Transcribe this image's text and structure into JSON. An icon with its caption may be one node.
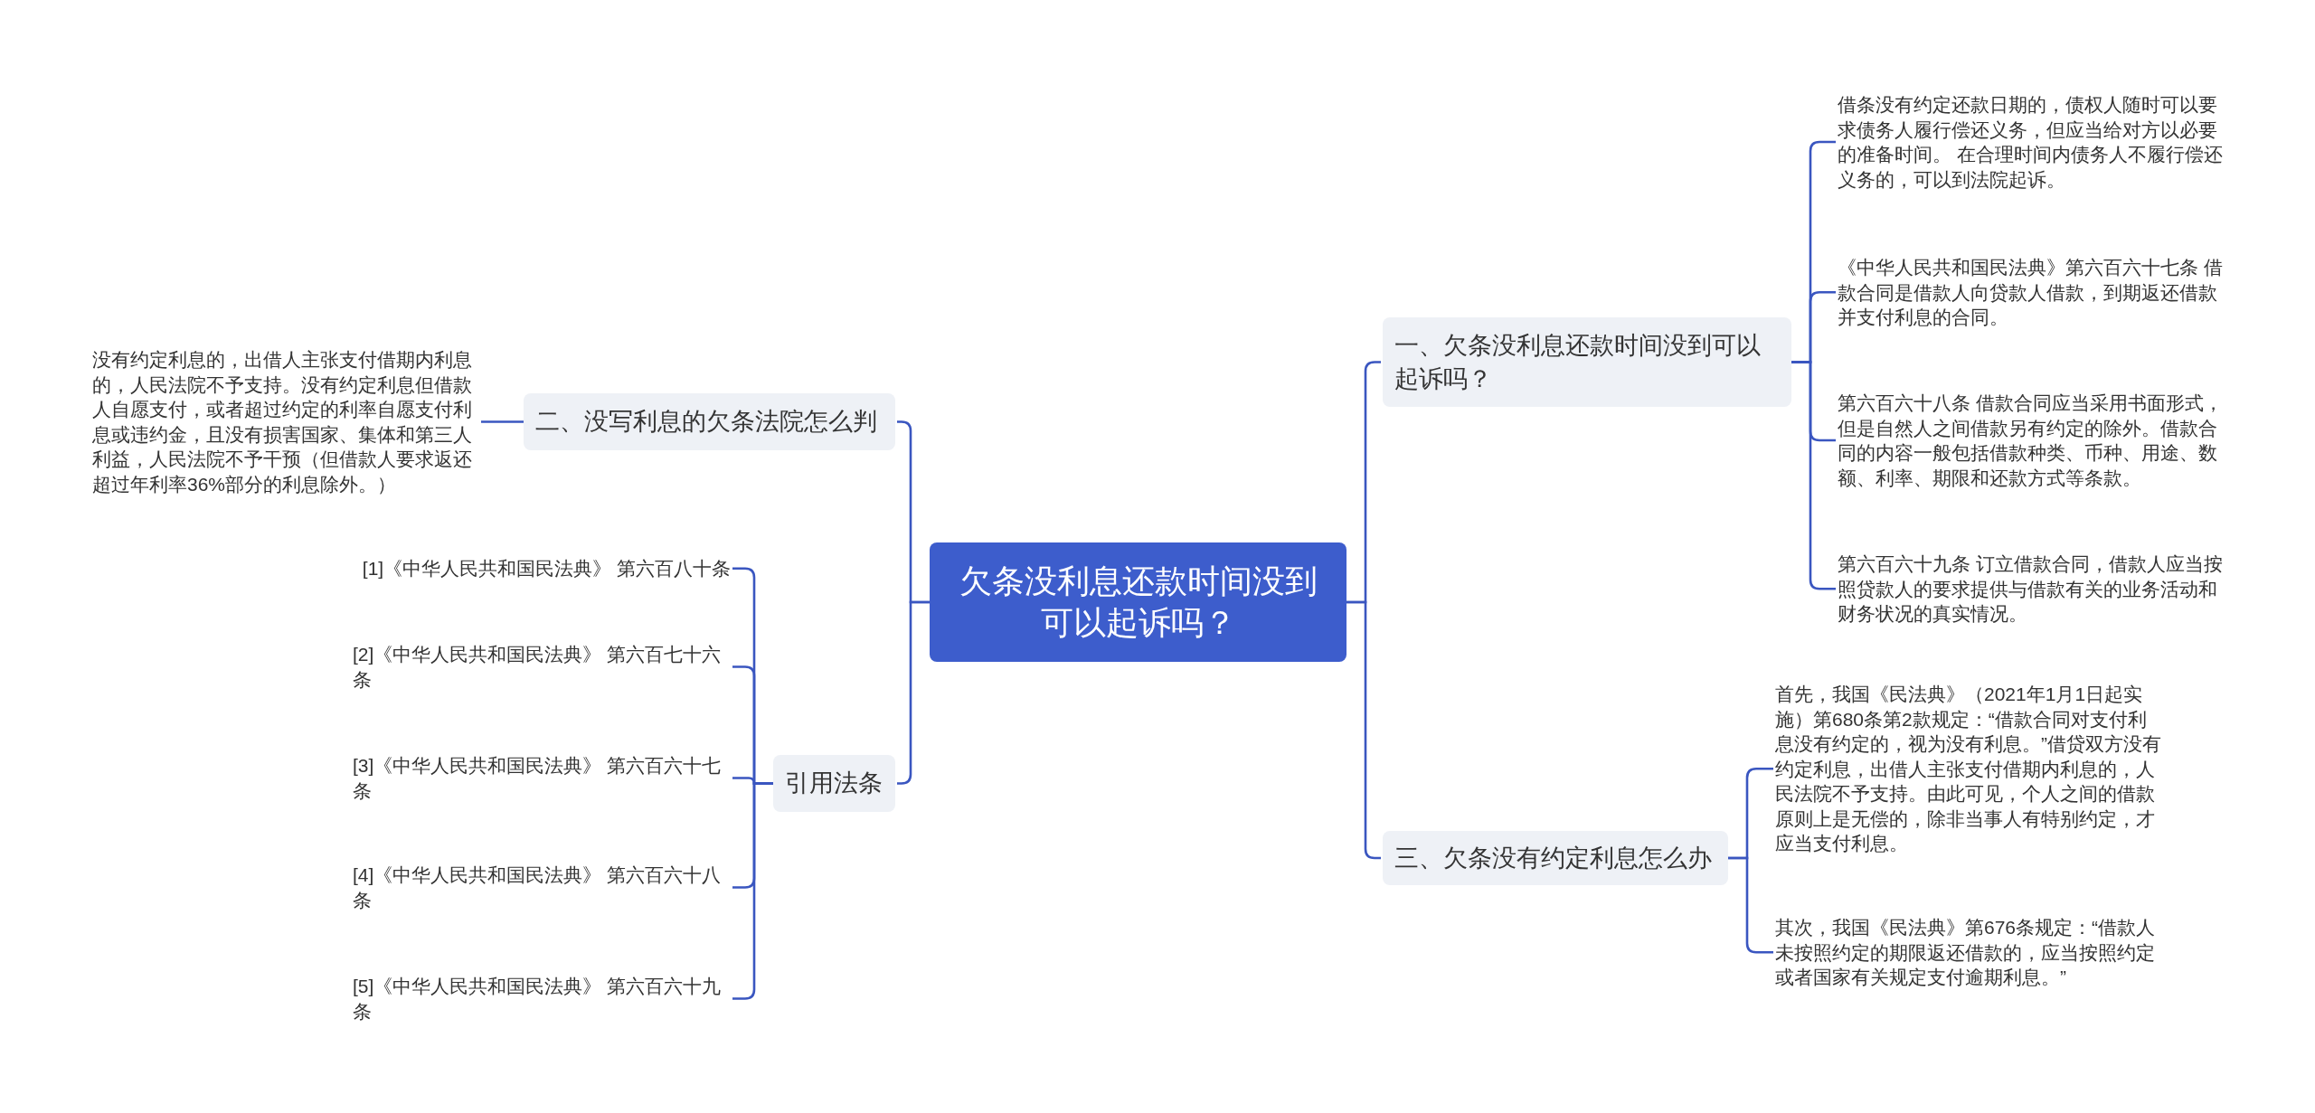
{
  "diagram": {
    "nodes": [
      {
        "text": [
          "欠条没利息还款时间没到可以起诉吗？"
        ]
      },
      {
        "text": [
          "一、欠条没利息还款时间没到可以起诉吗？"
        ]
      },
      {
        "text": [
          "借条没有约定还款日期的，债权人随时可以要求债务人履行偿还义务，但应当给对方以必要的准备时间。 在合理时间内债务人不履行偿还义务的，可以到法院起诉。"
        ]
      },
      {
        "text": [
          "《中华人民共和国民法典》第六百六十七条 借款合同是借款人向贷款人借款，到期返还借款并支付利息的合同。"
        ]
      },
      {
        "text": [
          "第六百六十八条 借款合同应当采用书面形式，但是自然人之间借款另有约定的除外。借款合同的内容一般包括借款种类、币种、用途、数额、利率、期限和还款方式等条款。"
        ]
      },
      {
        "text": [
          "第六百六十九条 订立借款合同，借款人应当按照贷款人的要求提供与借款有关的业务活动和财务状况的真实情况。"
        ]
      },
      {
        "text": [
          "二、没写利息的欠条法院怎么判"
        ]
      },
      {
        "text": [
          "没有约定利息的，出借人主张支付借期内利息的，人民法院不予支持。没有约定利息但借款人自愿支付，或者超过约定的利率自愿支付利息或违约金，且没有损害国家、集体和第三人利益，人民法院不予干预（但借款人要求返还超过年利率36%部分的利息除外。）"
        ]
      },
      {
        "text": [
          "三、欠条没有约定利息怎么办"
        ]
      },
      {
        "text": [
          "首先，我国《民法典》（2021年1月1日起实施）第680条第2款规定：“借款合同对支付利息没有约定的，视为没有利息。”借贷双方没有约定利息，出借人主张支付借期内利息的，人民法院不予支持。由此可见，个人之间的借款原则上是无偿的，除非当事人有特别约定，才应当支付利息。"
        ]
      },
      {
        "text": [
          "其次，我国《民法典》第676条规定：“借款人未按照约定的期限返还借款的，应当按照约定或者国家有关规定支付逾期利息。”"
        ]
      },
      {
        "text": [
          "引用法条"
        ]
      },
      {
        "text": [
          "[1]《中华人民共和国民法典》 第六百八十条"
        ]
      },
      {
        "text": [
          "[2]《中华人民共和国民法典》 第六百七十六条"
        ]
      },
      {
        "text": [
          "[3]《中华人民共和国民法典》 第六百六十七条"
        ]
      },
      {
        "text": [
          "[4]《中华人民共和国民法典》 第六百六十八条"
        ]
      },
      {
        "text": [
          "[5]《中华人民共和国民法典》 第六百六十九条"
        ]
      }
    ],
    "edges": [
      {
        "from": 0,
        "to": 1,
        "arrow": "none"
      },
      {
        "from": 1,
        "to": 2,
        "arrow": "none"
      },
      {
        "from": 1,
        "to": 3,
        "arrow": "none"
      },
      {
        "from": 1,
        "to": 4,
        "arrow": "none"
      },
      {
        "from": 1,
        "to": 5,
        "arrow": "none"
      },
      {
        "from": 0,
        "to": 6,
        "arrow": "none"
      },
      {
        "from": 6,
        "to": 7,
        "arrow": "none"
      },
      {
        "from": 0,
        "to": 8,
        "arrow": "none"
      },
      {
        "from": 8,
        "to": 9,
        "arrow": "none"
      },
      {
        "from": 8,
        "to": 10,
        "arrow": "none"
      },
      {
        "from": 0,
        "to": 11,
        "arrow": "none"
      },
      {
        "from": 11,
        "to": 12,
        "arrow": "none"
      },
      {
        "from": 11,
        "to": 13,
        "arrow": "none"
      },
      {
        "from": 11,
        "to": 14,
        "arrow": "none"
      },
      {
        "from": 11,
        "to": 15,
        "arrow": "none"
      },
      {
        "from": 11,
        "to": 16,
        "arrow": "none"
      }
    ]
  }
}
